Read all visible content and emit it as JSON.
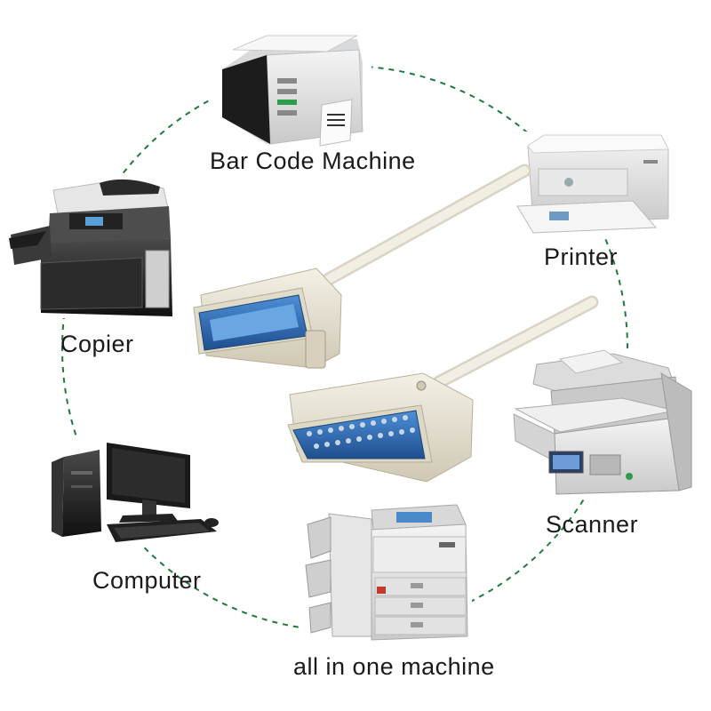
{
  "labels": {
    "bar_code_machine": "Bar Code Machine",
    "printer": "Printer",
    "copier": "Copier",
    "scanner": "Scanner",
    "computer": "Computer",
    "all_in_one": "all in one machine"
  },
  "colors": {
    "ring": "#1f7a3a",
    "cable": "#ece8dc",
    "connector_shell": "#e7e2d2",
    "connector_insert": "#2f6fb5"
  },
  "icons": [
    "barcode-printer-icon",
    "laser-printer-icon",
    "copier-icon",
    "scanner-icon",
    "desktop-computer-icon",
    "multifunction-printer-icon",
    "parallel-cable-icon"
  ]
}
